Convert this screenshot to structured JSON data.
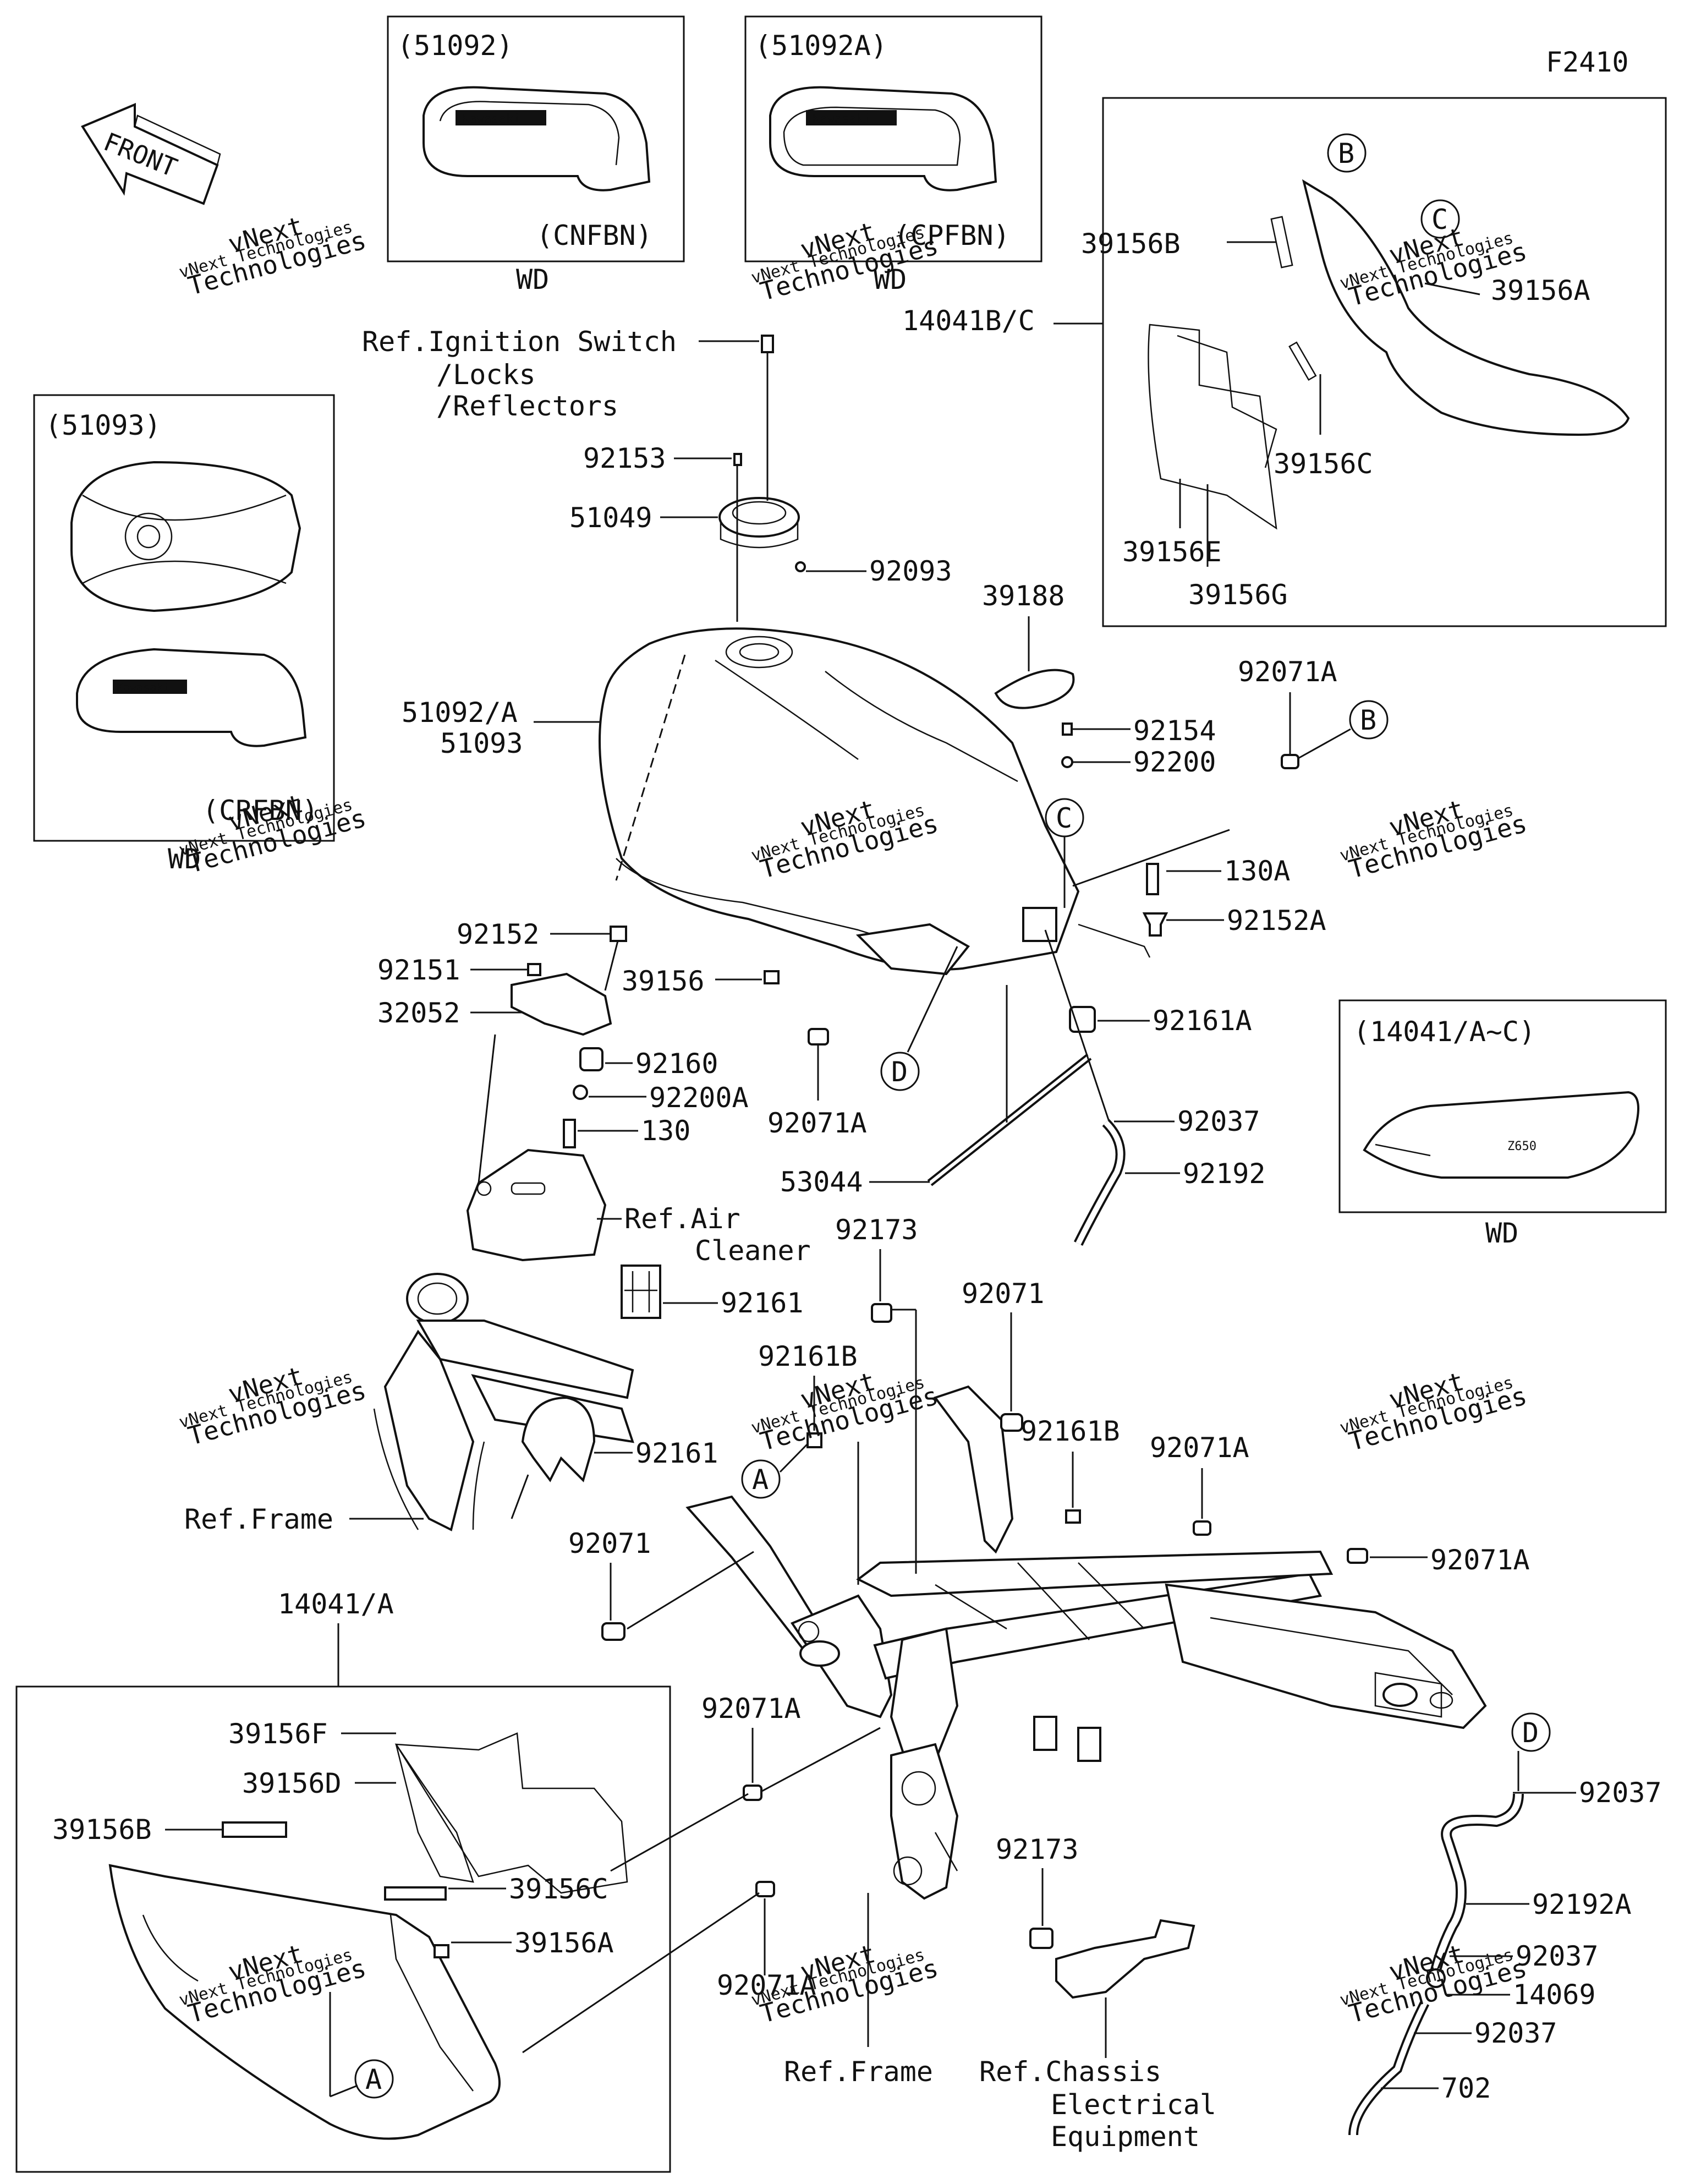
{
  "figure_code": "F2410",
  "front_arrow": "FRONT",
  "watermark": {
    "line1": "vNext",
    "line2": "Technologies",
    "small": "vNext Technologies"
  },
  "insets": {
    "tank_51092": {
      "code": "(51092)",
      "color": "(CNFBN)",
      "note": "WD"
    },
    "tank_51092A": {
      "code": "(51092A)",
      "color": "(CPFBN)",
      "note": "WD"
    },
    "tank_51093": {
      "code": "(51093)",
      "color": "(CRFBN)",
      "note": "WD"
    },
    "cover_14041": {
      "code": "(14041/A~C)",
      "note": "WD"
    }
  },
  "labels": {
    "ref_ignition": "Ref.Ignition Switch",
    "ref_locks": "/Locks",
    "ref_reflectors": "/Reflectors",
    "p92153": "92153",
    "p51049": "51049",
    "p92093": "92093",
    "p39188": "39188",
    "p51092a": "51092/A",
    "p51093": "51093",
    "p92071a_top": "92071A",
    "p92154": "92154",
    "p92200": "92200",
    "p130a": "130A",
    "p92152a": "92152A",
    "p92161a": "92161A",
    "p92152": "92152",
    "p92151": "92151",
    "p32052": "32052",
    "p39156": "39156",
    "p92160": "92160",
    "p92200a": "92200A",
    "p130": "130",
    "p92071a_mid": "92071A",
    "p92037_mid": "92037",
    "p53044": "53044",
    "p92192": "92192",
    "ref_air": "Ref.Air",
    "ref_cleaner": "Cleaner",
    "p92173_top": "92173",
    "p92161_upper": "92161",
    "p92071_right": "92071",
    "p92161b_left": "92161B",
    "p92161b_right": "92161B",
    "p92071a_r1": "92071A",
    "p92071a_r2": "92071A",
    "p92161_lower": "92161",
    "ref_frame_left": "Ref.Frame",
    "p92071_left": "92071",
    "p14041a": "14041/A",
    "p92071a_low": "92071A",
    "p39156f": "39156F",
    "p39156d": "39156D",
    "p39156b_low": "39156B",
    "p39156c_low": "39156C",
    "p39156a_low": "39156A",
    "p92071a_bottom": "92071A",
    "p92173_low": "92173",
    "ref_frame_bottom": "Ref.Frame",
    "ref_chassis": "Ref.Chassis",
    "ref_electrical": "Electrical",
    "ref_equipment": "Equipment",
    "p92037_r1": "92037",
    "p92192a": "92192A",
    "p92037_r2": "92037",
    "p14069": "14069",
    "p92037_r3": "92037",
    "p702": "702",
    "p14041bc": "14041B/C",
    "p39156b_top": "39156B",
    "p39156a_top": "39156A",
    "p39156c_top": "39156C",
    "p39156e": "39156E",
    "p39156g": "39156G"
  },
  "callouts": {
    "a": "A",
    "b": "B",
    "c": "C",
    "d": "D"
  }
}
